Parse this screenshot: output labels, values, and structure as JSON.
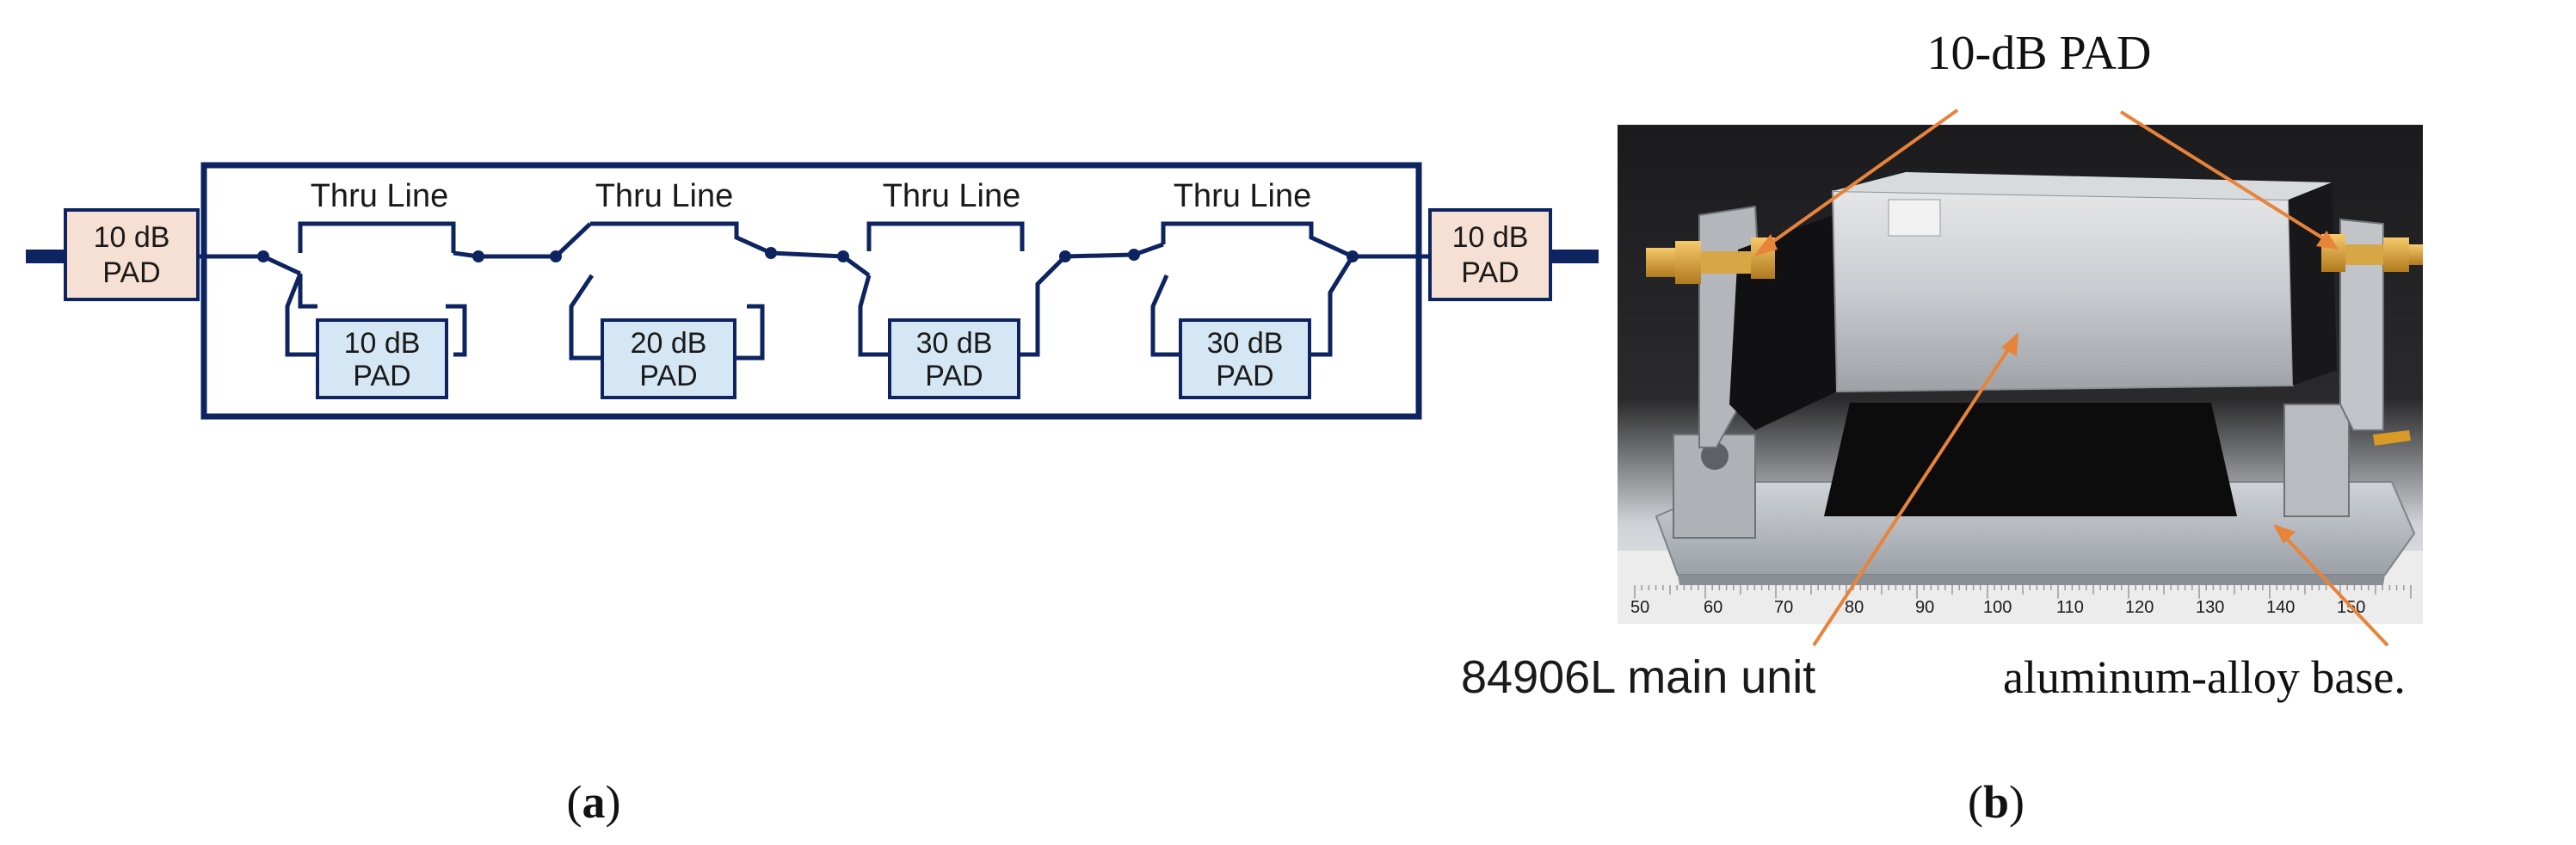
{
  "panel_a": {
    "caption_letter": "a",
    "input_pad": {
      "line1": "10 dB",
      "line2": "PAD"
    },
    "output_pad": {
      "line1": "10 dB",
      "line2": "PAD"
    },
    "stages": [
      {
        "thru_label": "Thru Line",
        "pad_line1": "10 dB",
        "pad_line2": "PAD"
      },
      {
        "thru_label": "Thru Line",
        "pad_line1": "20 dB",
        "pad_line2": "PAD"
      },
      {
        "thru_label": "Thru Line",
        "pad_line1": "30 dB",
        "pad_line2": "PAD"
      },
      {
        "thru_label": "Thru Line",
        "pad_line1": "30 dB",
        "pad_line2": "PAD"
      }
    ]
  },
  "panel_b": {
    "caption_letter": "b",
    "top_label": "10-dB PAD",
    "main_unit_label": "84906L main unit",
    "base_label": "aluminum-alloy base.",
    "ruler_ticks": [
      "50",
      "60",
      "70",
      "80",
      "90",
      "100",
      "110",
      "120",
      "130",
      "140",
      "150"
    ],
    "colors": {
      "arrow": "#e8833a",
      "wire": "#0d2461"
    }
  }
}
